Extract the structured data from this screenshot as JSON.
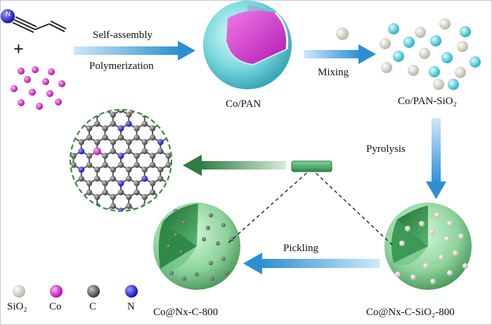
{
  "steps": {
    "self_assembly": "Self-assembly",
    "polymerization": "Polymerization",
    "mixing": "Mixing",
    "pyrolysis": "Pyrolysis",
    "pickling": "Pickling"
  },
  "products": {
    "co_pan": "Co/PAN",
    "co_pan_sio2": "Co/PAN-SiO₂",
    "co_nx_c_sio2_800": "Co@Nx-C-SiO₂-800",
    "co_nx_c_800": "Co@Nx-C-800"
  },
  "reactant": {
    "n_atom_symbol": "N",
    "plus": "+"
  },
  "legend": [
    {
      "label": "SiO₂",
      "color": "#e8e6dc"
    },
    {
      "label": "Co",
      "color": "#e040d0"
    },
    {
      "label": "C",
      "color": "#5a5a5a"
    },
    {
      "label": "N",
      "color": "#2020d8"
    }
  ],
  "colors": {
    "arrow_blue": "#3a9ad8",
    "arrow_green": "#3f8a50",
    "shell_cyan": "#7ad7dc",
    "core_magenta": "#d22ad0",
    "shell_green": "#8fd7a0"
  }
}
